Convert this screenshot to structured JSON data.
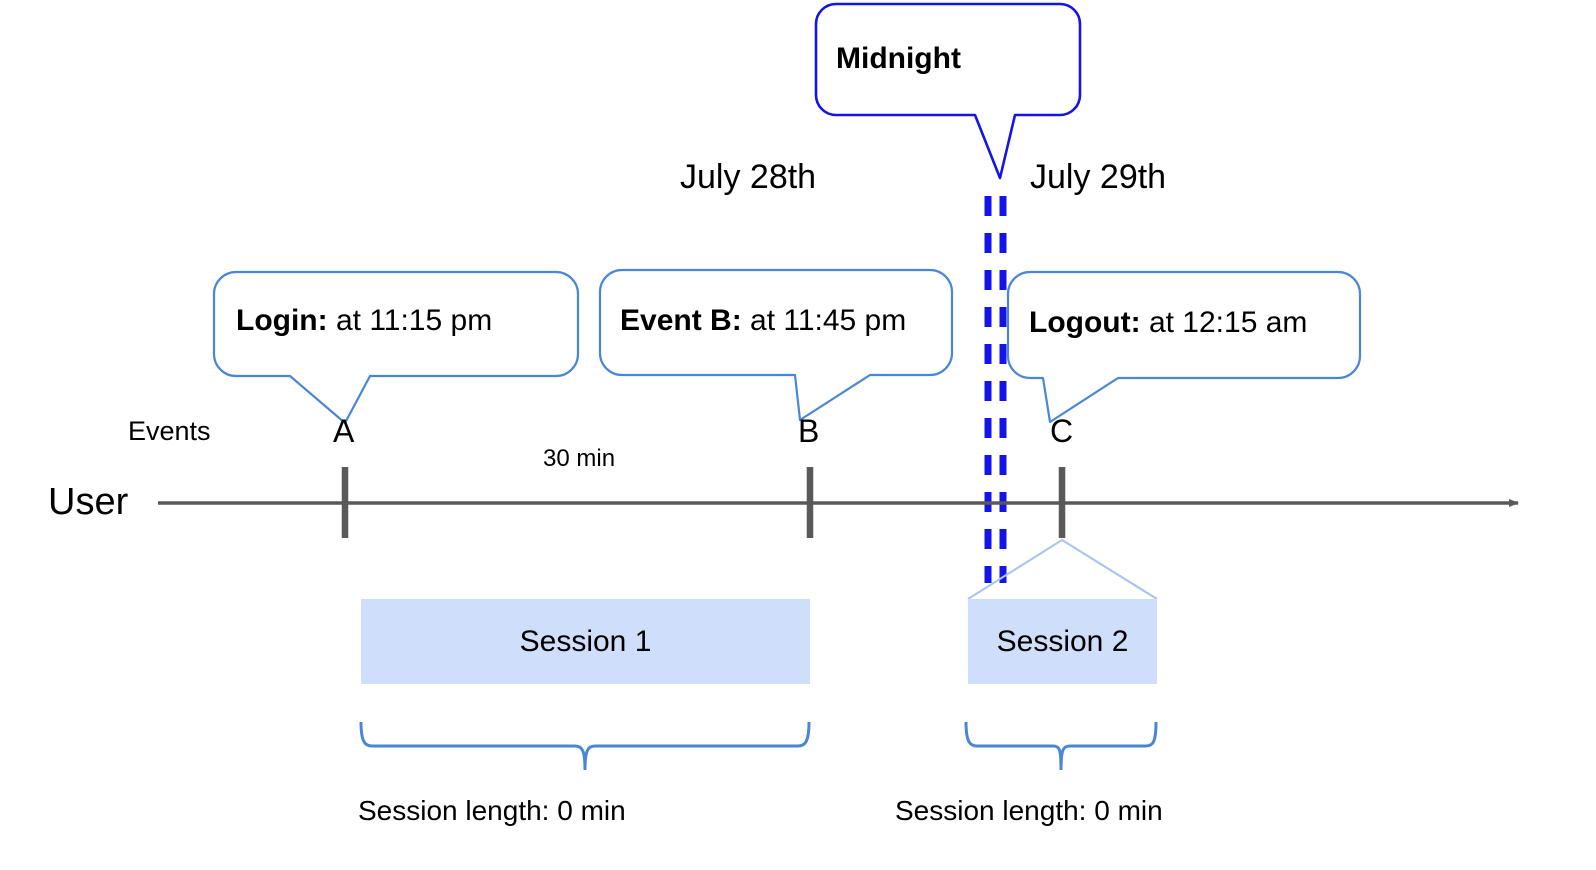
{
  "diagram": {
    "title_callout": {
      "label": "Midnight"
    },
    "dates": [
      {
        "label": "July 28th"
      },
      {
        "label": "July 29th"
      }
    ],
    "event_callouts": [
      {
        "name_part": "Login:",
        "detail_part": " at 11:15 pm"
      },
      {
        "name_part": "Event B:",
        "detail_part": " at 11:45 pm"
      },
      {
        "name_part": "Logout:",
        "detail_part": " at 12:15 am"
      }
    ],
    "axis": {
      "row_label": "User",
      "events_label": "Events",
      "ticks": [
        {
          "label": "A"
        },
        {
          "label": "B"
        },
        {
          "label": "C"
        }
      ],
      "gap_label": "30 min"
    },
    "sessions": [
      {
        "label": "Session 1",
        "length_label": "Session length: 0 min"
      },
      {
        "label": "Session 2",
        "length_label": "Session length: 0 min"
      }
    ],
    "colors": {
      "midnight_line": "#1414e8",
      "callout_border": "#4a86d8",
      "session_fill": "#cfdefa",
      "axis_line": "#595959",
      "text": "#000000"
    }
  }
}
